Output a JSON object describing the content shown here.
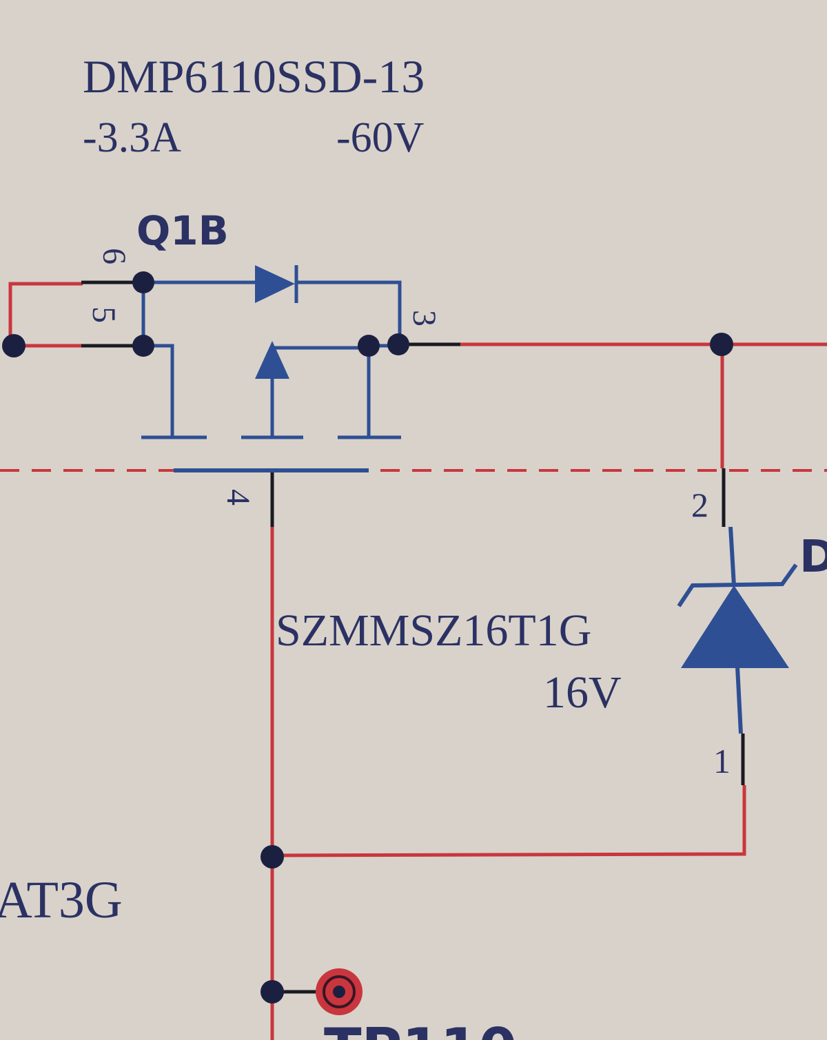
{
  "colors": {
    "background": "#d8d2ca",
    "wire_red": "#c9363d",
    "symbol_blue": "#2f4f94",
    "pin_black": "#1a1a22",
    "text": "#2b3163"
  },
  "q1": {
    "part_number": "DMP6110SSD-13",
    "current_rating": "-3.3A",
    "voltage_rating": "-60V",
    "designator": "Q1B",
    "pins": {
      "p6": "6",
      "p5": "5",
      "p3": "3",
      "p4": "4"
    }
  },
  "zener": {
    "part_number": "SZMMSZ16T1G",
    "voltage": "16V",
    "pins": {
      "p2": "2",
      "p1": "1"
    },
    "designator_partial": "D"
  },
  "other": {
    "left_label_partial": "AT3G",
    "testpoint_label_partial": "TP110"
  }
}
